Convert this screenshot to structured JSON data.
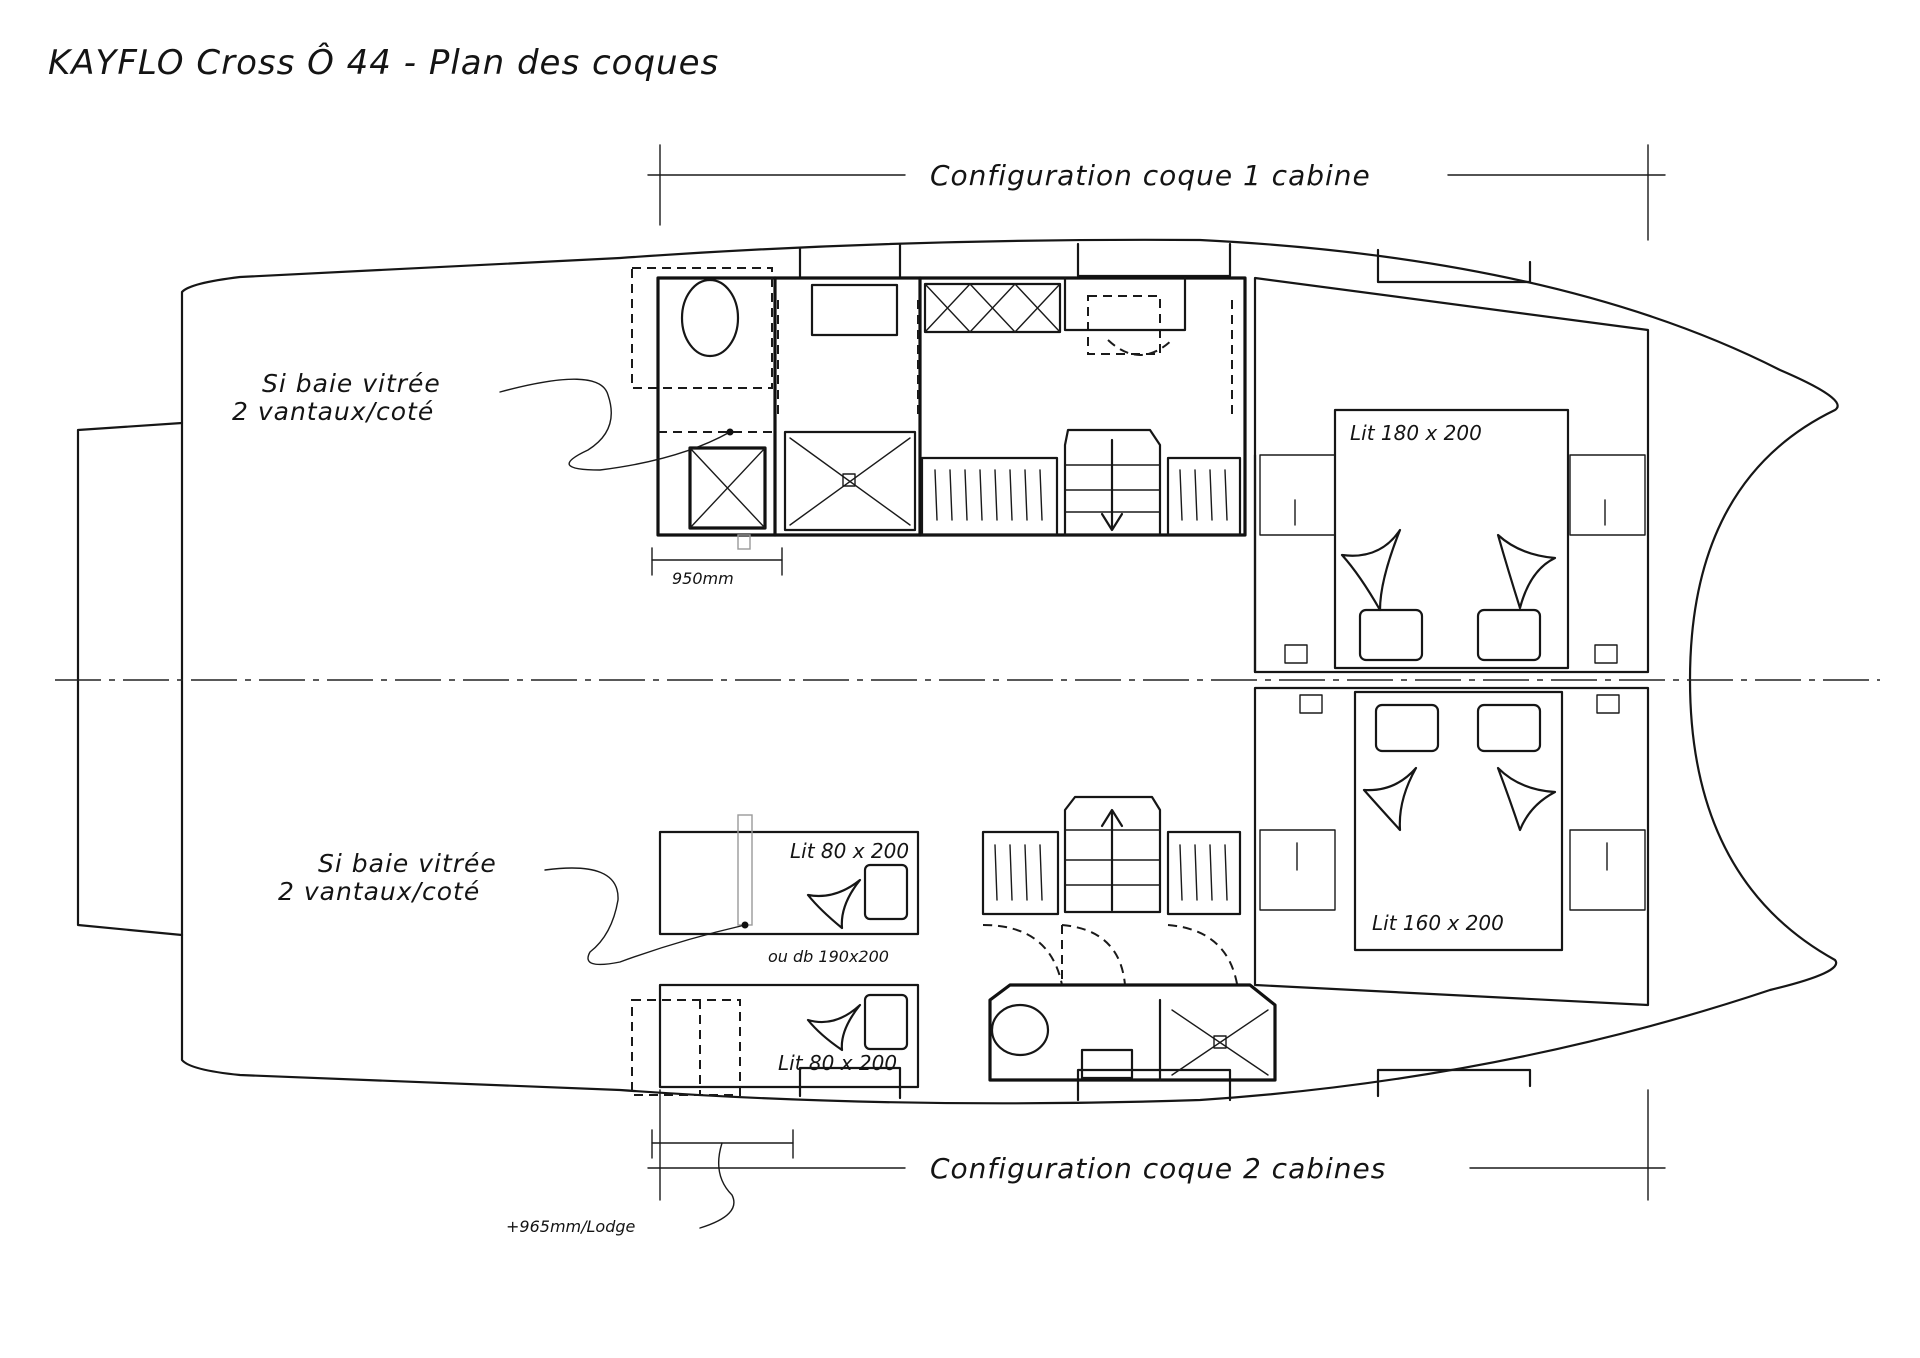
{
  "title": "KAYFLO Cross Ô 44 - Plan des coques",
  "config_top": "Configuration coque 1 cabine",
  "config_bottom": "Configuration coque 2 cabines",
  "note_top": {
    "line1": "Si baie vitrée",
    "line2": "2 vantaux/coté"
  },
  "note_bottom": {
    "line1": "Si baie vitrée",
    "line2": "2 vantaux/coté"
  },
  "dim_top": "950mm",
  "dim_bottom": "+965mm/Lodge",
  "beds": {
    "top_double": "Lit 180 x 200",
    "bottom_double": "Lit 160 x 200",
    "single_upper": "Lit 80 x 200",
    "single_lower": "Lit 80 x 200",
    "alt_double": "ou db 190x200"
  }
}
